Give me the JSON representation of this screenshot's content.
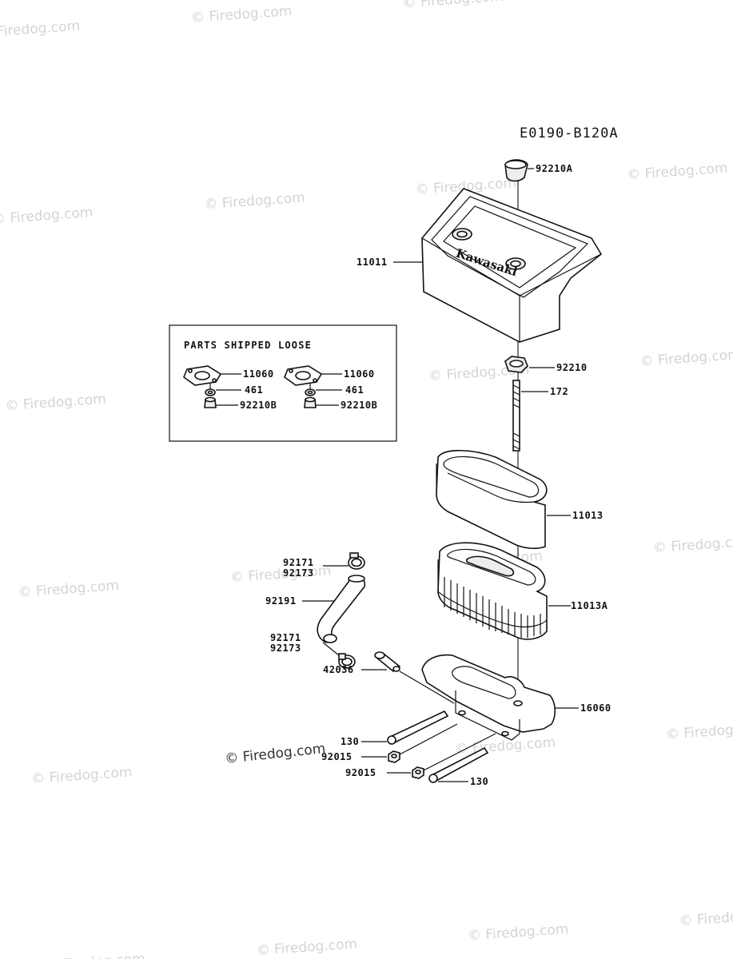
{
  "diagram_id": "E0190-B120A",
  "watermark": "© Firedog.com",
  "watermark_bottom": "© Firedog.com",
  "brand_logo": "Kawasaki",
  "inset": {
    "title": "PARTS SHIPPED LOOSE",
    "labels": {
      "gasket_left": "11060",
      "gasket_right": "11060",
      "washer_left": "461",
      "washer_right": "461",
      "nut_left": "92210B",
      "nut_right": "92210B"
    }
  },
  "labels": {
    "knob": "92210A",
    "cover": "11011",
    "wing_nut": "92210",
    "stud": "172",
    "pre_cleaner": "11013",
    "element": "11013A",
    "clamp_top_a": "92171",
    "clamp_top_b": "92173",
    "breather_hose": "92191",
    "clamp_bot_a": "92171",
    "clamp_bot_b": "92173",
    "fitting": "42036",
    "base": "16060",
    "bolt_left": "130",
    "bolt_right": "130",
    "nut_a": "92015",
    "nut_b": "92015"
  }
}
